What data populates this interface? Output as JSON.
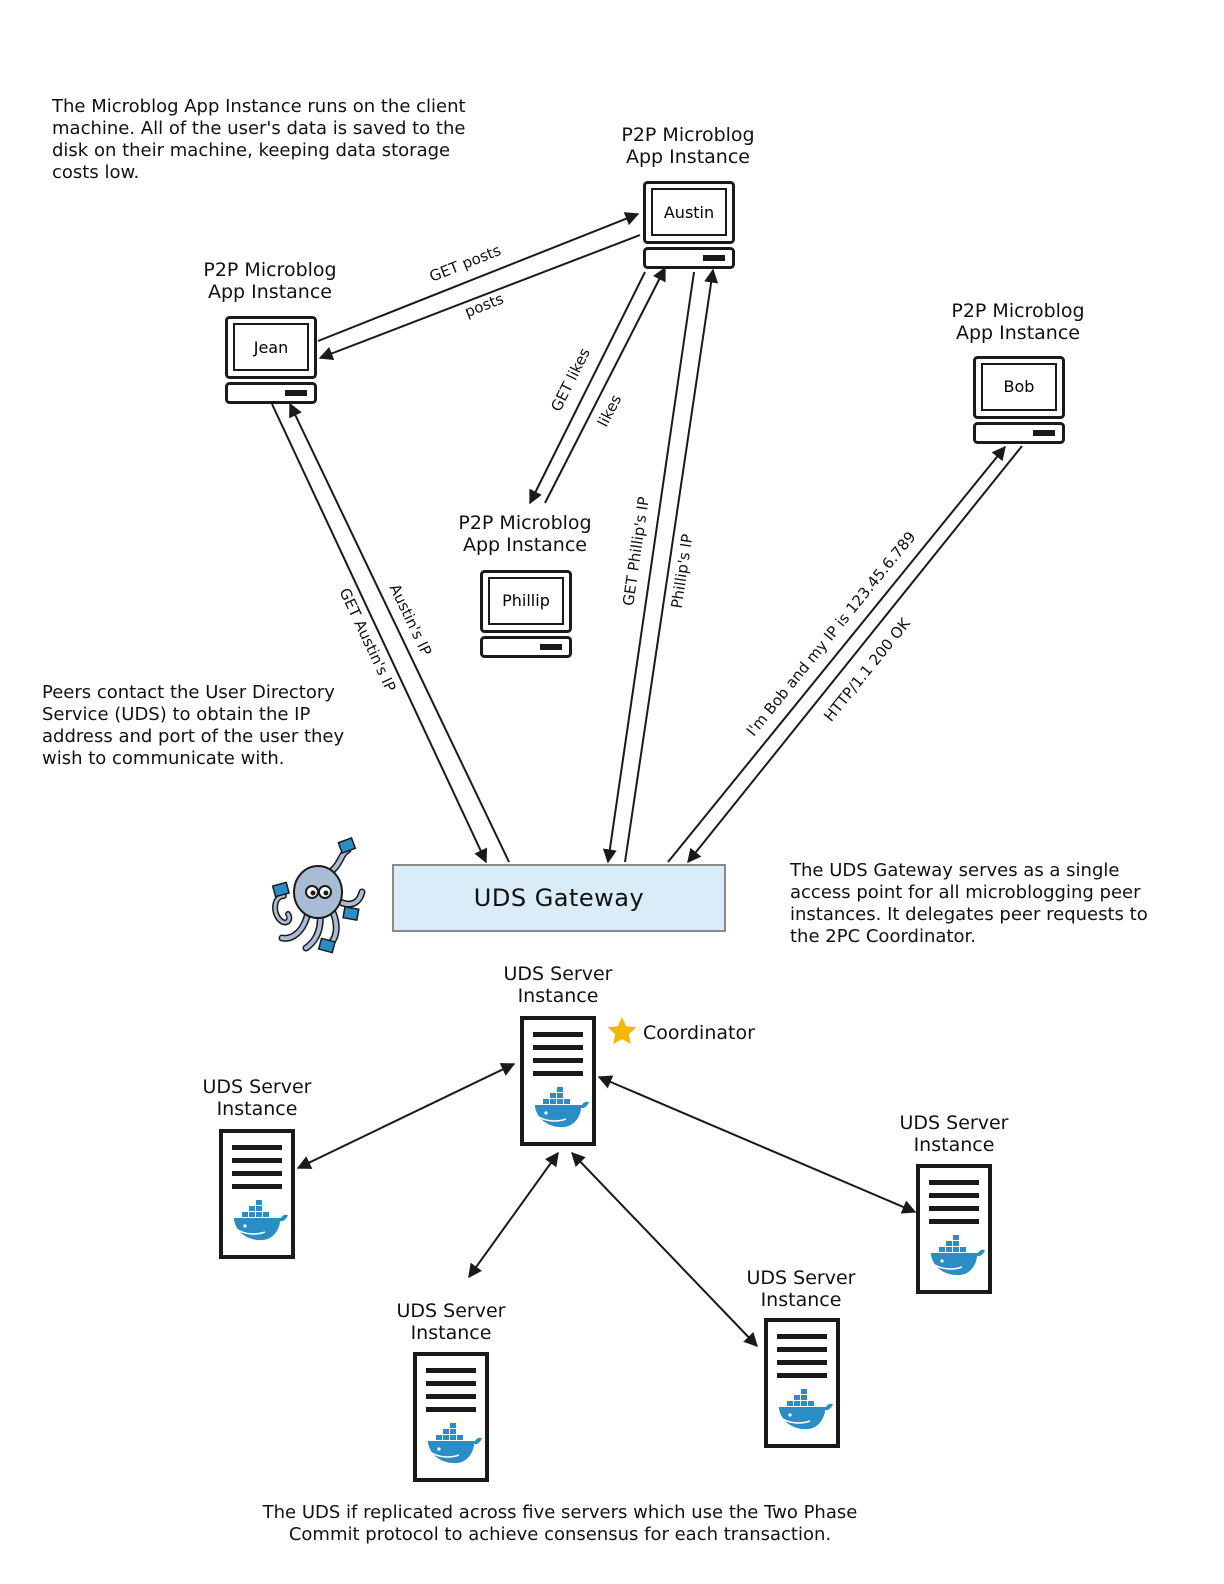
{
  "notes": {
    "client": "The Microblog App Instance runs on the client machine. All of the user's data is saved to the disk on their machine, keeping data storage costs low.",
    "peers": "Peers contact the User Directory Service (UDS) to obtain the IP address and port of the user they wish to communicate with.",
    "gateway": "The UDS Gateway serves as a single access point for all microblogging peer instances. It delegates peer requests to the 2PC Coordinator.",
    "uds": "The UDS if replicated across five servers which use the Two Phase Commit protocol to achieve consensus for each transaction."
  },
  "app_instance_label": [
    "P2P Microblog",
    "App Instance"
  ],
  "peers": {
    "austin": "Austin",
    "jean": "Jean",
    "phillip": "Phillip",
    "bob": "Bob"
  },
  "gateway_label": "UDS Gateway",
  "server_label": [
    "UDS Server",
    "Instance"
  ],
  "coordinator_label": "Coordinator",
  "arrow_labels": {
    "get_posts": "GET posts",
    "posts": "posts",
    "get_likes": "GET likes",
    "likes": "likes",
    "get_austins_ip": "GET Austin's IP",
    "austins_ip": "Austin's IP",
    "get_phillips_ip": "GET Phillip's IP",
    "phillips_ip": "Phillip's IP",
    "im_bob": "I'm Bob and my IP is 123.45.6.789",
    "http_ok": "HTTP/1.1 200 OK"
  },
  "colors": {
    "gateway_fill": "#d9ecf7",
    "docker_blue": "#2a8ec4",
    "star": "#f5b700",
    "octopus": "#a9bcd6",
    "line": "#1a1a1a"
  }
}
